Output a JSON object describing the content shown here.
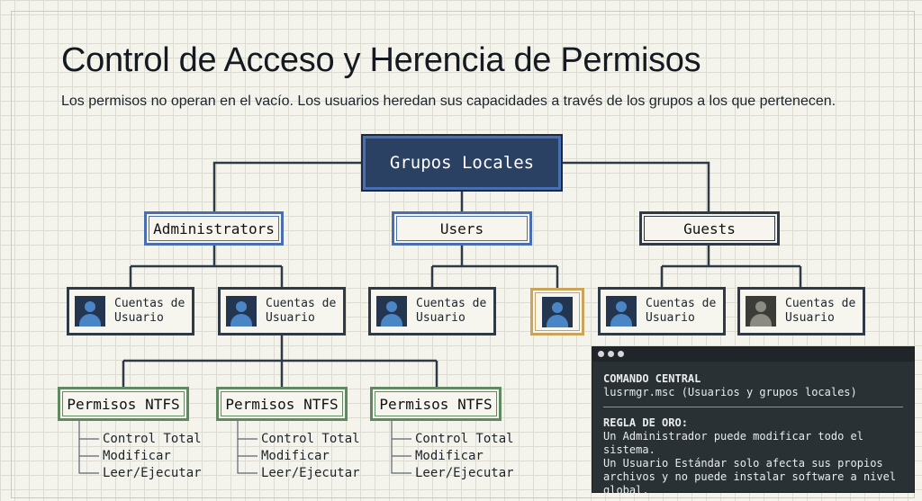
{
  "title": "Control de Acceso y Herencia de Permisos",
  "subtitle": "Los permisos no operan en el vacío. Los usuarios heredan sus capacidades a través de los grupos a los que pertenecen.",
  "root": {
    "label": "Grupos Locales"
  },
  "groups": [
    {
      "label": "Administrators"
    },
    {
      "label": "Users"
    },
    {
      "label": "Guests"
    }
  ],
  "accounts": [
    {
      "line1": "Cuentas de",
      "line2": "Usuario",
      "icon": "user-icon"
    },
    {
      "line1": "Cuentas de",
      "line2": "Usuario",
      "icon": "user-icon"
    },
    {
      "line1": "Cuentas de",
      "line2": "Usuario",
      "icon": "user-icon"
    },
    {
      "line1": "",
      "line2": "",
      "icon": "user-icon"
    },
    {
      "line1": "Cuentas de",
      "line2": "Usuario",
      "icon": "user-icon"
    },
    {
      "line1": "Cuentas de",
      "line2": "Usuario",
      "icon": "guest-user-icon"
    }
  ],
  "permissions": [
    {
      "label": "Permisos NTFS",
      "items": [
        "Control Total",
        "Modificar",
        "Leer/Ejecutar"
      ]
    },
    {
      "label": "Permisos NTFS",
      "items": [
        "Control Total",
        "Modificar",
        "Leer/Ejecutar"
      ]
    },
    {
      "label": "Permisos NTFS",
      "items": [
        "Control Total",
        "Modificar",
        "Leer/Ejecutar"
      ]
    }
  ],
  "terminal": {
    "heading1": "COMANDO CENTRAL",
    "command": "lusrmgr.msc (Usuarios y grupos locales)",
    "heading2": "REGLA DE ORO:",
    "rule_lines": [
      "Un Administrador puede modificar todo el sistema.",
      "Un Usuario Estándar solo afecta sus propios",
      "archivos y no puede instalar software a nivel",
      "global."
    ]
  },
  "colors": {
    "root_fill": "#2b4164",
    "blue_border": "#4a6fb0",
    "dark_border": "#2f3a46",
    "green_border": "#5f8a5f",
    "gold_border": "#c9a45a",
    "terminal_bg": "#2a3135"
  }
}
